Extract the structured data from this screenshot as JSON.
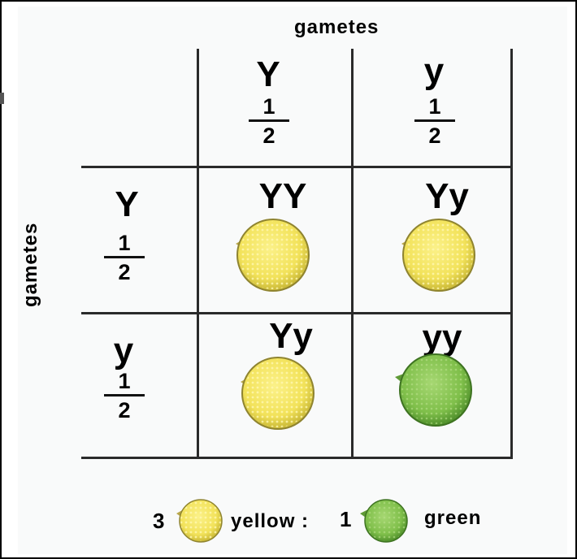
{
  "header": {
    "gametes_top": "gametes",
    "gametes_side": "gametes"
  },
  "columns": [
    {
      "allele": "Y",
      "num": "1",
      "den": "2"
    },
    {
      "allele": "y",
      "num": "1",
      "den": "2"
    }
  ],
  "rows": [
    {
      "allele": "Y",
      "num": "1",
      "den": "2"
    },
    {
      "allele": "y",
      "num": "1",
      "den": "2"
    }
  ],
  "cells": [
    {
      "genotype": "YY",
      "phenotype": "yellow"
    },
    {
      "genotype": "Yy",
      "phenotype": "yellow"
    },
    {
      "genotype": "Yy",
      "phenotype": "yellow"
    },
    {
      "genotype": "yy",
      "phenotype": "green"
    }
  ],
  "legend": {
    "yellow_count": "3",
    "yellow_label": "yellow :",
    "green_count": "1",
    "green_label": "green"
  },
  "colors": {
    "yellow_pea": "#f2e25a",
    "yellow_pea_dark": "#c9b836",
    "green_pea": "#7fbf4a",
    "green_pea_dark": "#4f8f2b",
    "grid_line": "#2a2a2a"
  }
}
